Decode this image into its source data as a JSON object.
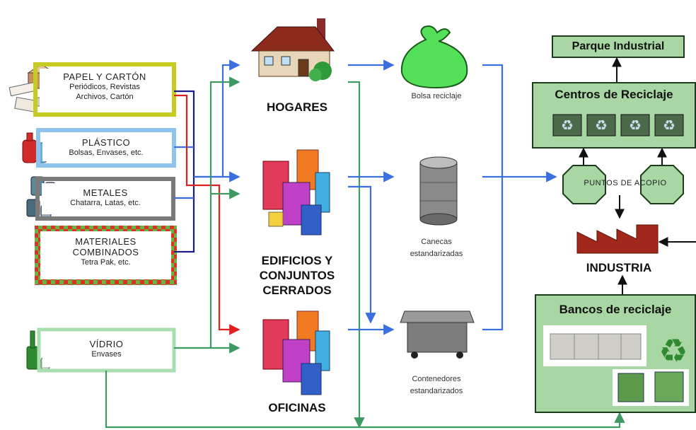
{
  "sources": [
    {
      "title": "PAPEL Y CARTÓN",
      "subtitle": "Periódicos, Revistas",
      "subtitle2": "Archivos, Cartón"
    },
    {
      "title": "PLÁSTICO",
      "subtitle": "Bolsas, Envases, etc."
    },
    {
      "title": "METALES",
      "subtitle": "Chatarra, Latas, etc."
    },
    {
      "title": "MATERIALES",
      "title2": "COMBINADOS",
      "subtitle": "Tetra Pak, etc."
    },
    {
      "title": "VÍDRIO",
      "subtitle": "Envases"
    }
  ],
  "generators": {
    "hogares": "HOGARES",
    "edificios_1": "EDIFICIOS Y",
    "edificios_2": "CONJUNTOS",
    "edificios_3": "CERRADOS",
    "oficinas": "OFICINAS"
  },
  "containers": {
    "bolsa": "Bolsa reciclaje",
    "canecas_1": "Canecas",
    "canecas_2": "estandarizadas",
    "contenedores_1": "Contenedores",
    "contenedores_2": "estandarizados"
  },
  "destinations": {
    "parque": "Parque Industrial",
    "centros": "Centros de Reciclaje",
    "puntos": "PUNTOS DE ACOPIO",
    "industria": "INDUSTRIA",
    "bancos": "Bancos de reciclaje"
  },
  "colors": {
    "blue_flow": "#3b6fe0",
    "green_flow": "#3d9a63",
    "red_flow": "#e02020",
    "navy_flow": "#1a1a8a",
    "panel_green": "#a8d7a4",
    "industry_red": "#a3281c"
  }
}
